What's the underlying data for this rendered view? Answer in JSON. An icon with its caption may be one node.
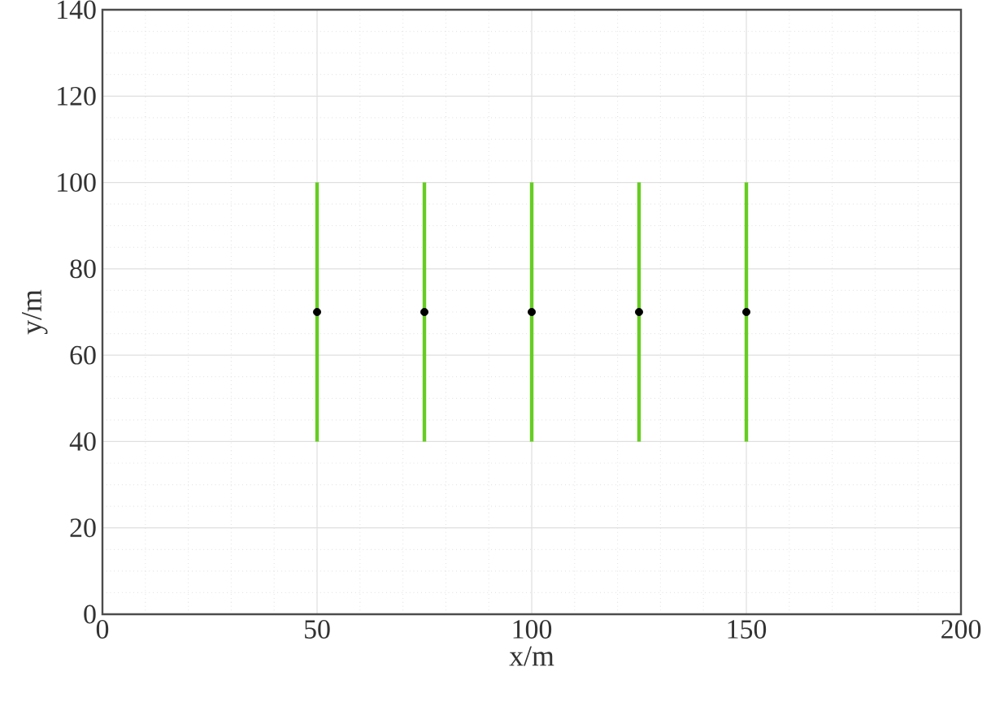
{
  "diagram": {
    "chart_data": {
      "type": "line",
      "xlabel": "x/m",
      "ylabel": "y/m",
      "xlim": [
        0,
        200
      ],
      "ylim": [
        0,
        140
      ],
      "grid": true,
      "xticks": [
        0,
        50,
        100,
        150,
        200
      ],
      "yticks": [
        0,
        20,
        40,
        60,
        80,
        100,
        120,
        140
      ],
      "series": [
        {
          "color": "#66cc22",
          "x": [
            50,
            50
          ],
          "values": [
            40,
            100
          ]
        },
        {
          "color": "#66cc22",
          "x": [
            75,
            75
          ],
          "values": [
            40,
            100
          ]
        },
        {
          "color": "#66cc22",
          "x": [
            100,
            100
          ],
          "values": [
            40,
            100
          ]
        },
        {
          "color": "#66cc22",
          "x": [
            125,
            125
          ],
          "values": [
            40,
            100
          ]
        },
        {
          "color": "#66cc22",
          "x": [
            150,
            150
          ],
          "values": [
            40,
            100
          ]
        },
        {
          "type": "scatter",
          "color": "#000000",
          "x": [
            50,
            75,
            100,
            125,
            150
          ],
          "values": [
            70,
            70,
            70,
            70,
            70
          ]
        }
      ]
    }
  }
}
